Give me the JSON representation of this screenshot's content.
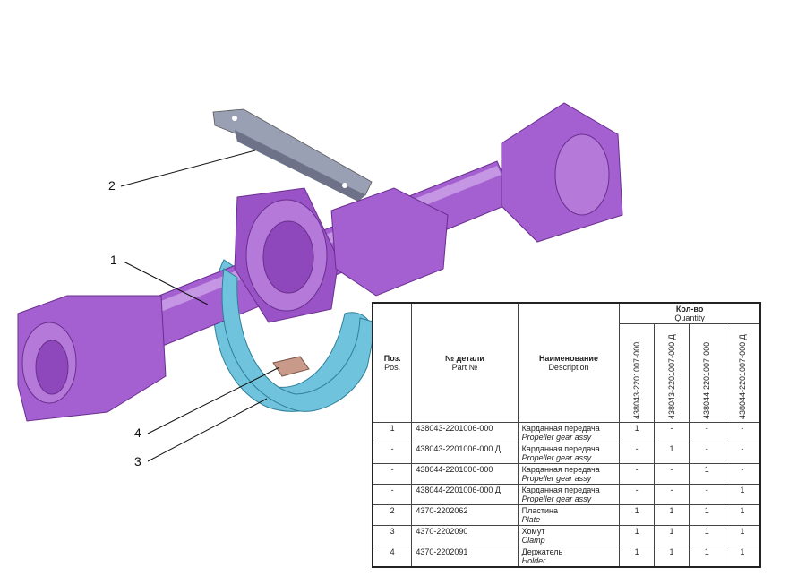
{
  "callouts": [
    "1",
    "2",
    "3",
    "4"
  ],
  "table": {
    "headers": {
      "pos_ru": "Поз.",
      "pos_en": "Pos.",
      "part_ru": "№ детали",
      "part_en": "Part №",
      "desc_ru": "Наименование",
      "desc_en": "Description",
      "qty_ru": "Кол-во",
      "qty_en": "Quantity",
      "variants": [
        "438043-2201007-000",
        "438043-2201007-000 Д",
        "438044-2201007-000",
        "438044-2201007-000 Д"
      ]
    },
    "rows": [
      {
        "pos": "1",
        "part": "438043-2201006-000",
        "desc_ru": "Карданная передача",
        "desc_en": "Propeller gear assy",
        "qty": [
          "1",
          "-",
          "-",
          "-"
        ]
      },
      {
        "pos": "-",
        "part": "438043-2201006-000 Д",
        "desc_ru": "Карданная передача",
        "desc_en": "Propeller gear assy",
        "qty": [
          "-",
          "1",
          "-",
          "-"
        ]
      },
      {
        "pos": "-",
        "part": "438044-2201006-000",
        "desc_ru": "Карданная передача",
        "desc_en": "Propeller gear assy",
        "qty": [
          "-",
          "-",
          "1",
          "-"
        ]
      },
      {
        "pos": "-",
        "part": "438044-2201006-000 Д",
        "desc_ru": "Карданная передача",
        "desc_en": "Propeller gear assy",
        "qty": [
          "-",
          "-",
          "-",
          "1"
        ]
      },
      {
        "pos": "2",
        "part": "4370-2202062",
        "desc_ru": "Пластина",
        "desc_en": "Plate",
        "qty": [
          "1",
          "1",
          "1",
          "1"
        ]
      },
      {
        "pos": "3",
        "part": "4370-2202090",
        "desc_ru": "Хомут",
        "desc_en": "Clamp",
        "qty": [
          "1",
          "1",
          "1",
          "1"
        ]
      },
      {
        "pos": "4",
        "part": "4370-2202091",
        "desc_ru": "Держатель",
        "desc_en": "Holder",
        "qty": [
          "1",
          "1",
          "1",
          "1"
        ]
      }
    ]
  },
  "colors": {
    "shaft": "#a45fd0",
    "clamp": "#6fc3dc",
    "plate": "#9aa0b4"
  }
}
